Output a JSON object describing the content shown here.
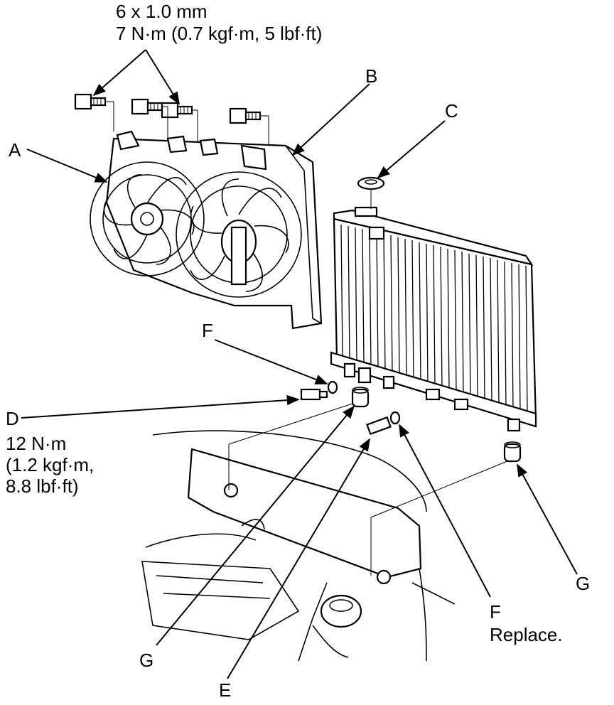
{
  "torque_spec": {
    "bolt_size": "6 x 1.0 mm",
    "torque": "7 N·m (0.7 kgf·m, 5 lbf·ft)"
  },
  "callouts": {
    "a": "A",
    "b": "B",
    "c": "C",
    "d": "D",
    "e": "E",
    "f_top": "F",
    "f_bottom": "F",
    "f_note": "Replace.",
    "g_left": "G",
    "g_right": "G"
  },
  "d_spec": {
    "line1": "12 N·m",
    "line2": "(1.2 kgf·m,",
    "line3": "8.8 lbf·ft)"
  }
}
